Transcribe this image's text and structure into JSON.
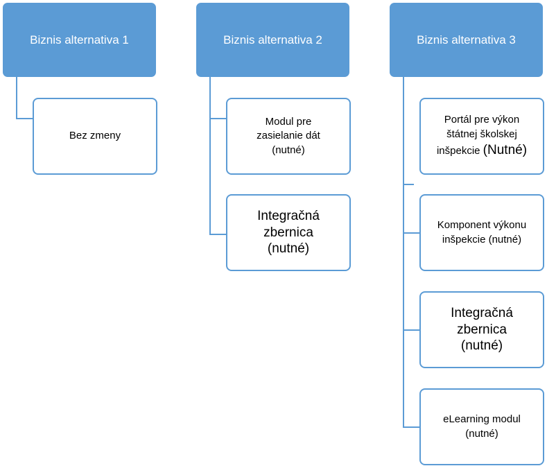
{
  "columns": [
    {
      "header": "Biznis alternativa  1",
      "nodes": [
        {
          "text": "Bez zmeny"
        }
      ]
    },
    {
      "header": "Biznis alternativa  2",
      "nodes": [
        {
          "text": "Modul pre\nzasielanie  dát\n(nutné)"
        },
        {
          "text": "Integračná\nzbernica\n(nutné)"
        }
      ]
    },
    {
      "header": "Biznis alternativa  3",
      "nodes": [
        {
          "text_main": "Portál pre výkon\nštátnej  školskej\ninšpekcie  ",
          "text_emph": "(Nutné)"
        },
        {
          "text": "Komponent  výkonu\ninšpekcie  (nutné)"
        },
        {
          "text": "Integračná\nzbernica\n(nutné)"
        },
        {
          "text": "eLearning  modul\n(nutné)"
        }
      ]
    }
  ],
  "colors": {
    "header_fill": "#5b9bd5",
    "node_border": "#5b9bd5",
    "connector": "#5b9bd5"
  }
}
